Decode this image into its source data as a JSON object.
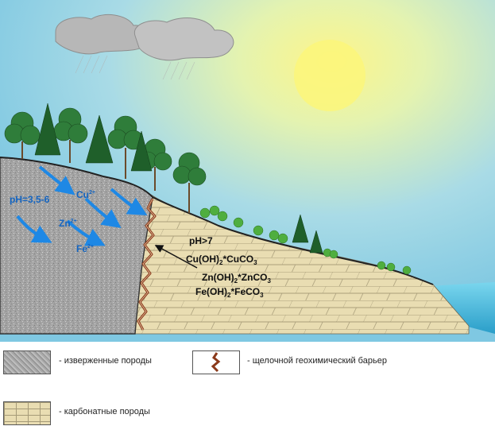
{
  "diagram": {
    "left_rock": {
      "ph": "pH=3,5-6",
      "ions": [
        "Cu",
        "Zn",
        "Fe"
      ],
      "ion_charge": "2+"
    },
    "right_rock": {
      "ph": "pH>7",
      "compounds": [
        {
          "a": "Cu(OH)",
          "sub": "2",
          "b": "*CuCO",
          "sub2": "3"
        },
        {
          "a": "Zn(OH)",
          "sub": "2",
          "b": "*ZnCO",
          "sub2": "3"
        },
        {
          "a": "Fe(OH)",
          "sub": "2",
          "b": "*FeCO",
          "sub2": "3"
        }
      ]
    }
  },
  "legend": {
    "igneous": "- изверженные породы",
    "barrier": "- щелочной геохимический барьер",
    "carbonate": "- карбонатные породы"
  },
  "colors": {
    "igneous_fill": "#9e9e9e",
    "carbonate_fill": "#e8dcb0",
    "arrow_blue": "#1e88e5",
    "ion_blue": "#1565c0",
    "barrier_brown": "#8b3a1a",
    "sea": "#5ec8e6",
    "tree_dark": "#1f6b2f",
    "tree_light": "#3fa33a"
  }
}
